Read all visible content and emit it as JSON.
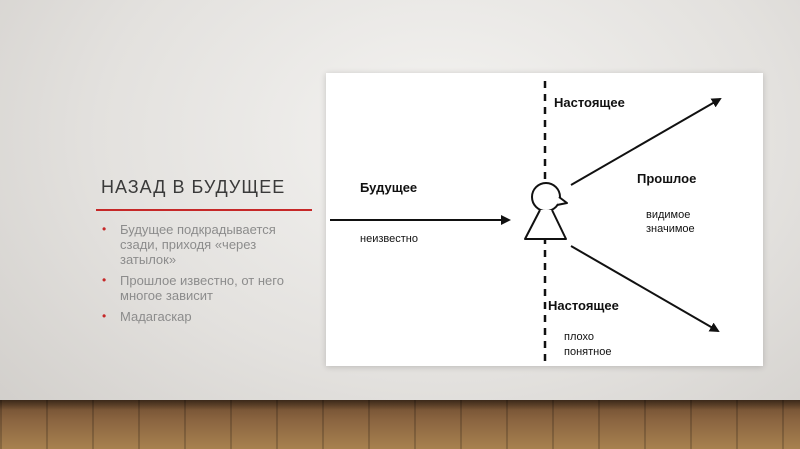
{
  "slide": {
    "title": "НАЗАД В БУДУЩЕЕ",
    "bullets": [
      "Будущее подкрадывается сзади, приходя «через затылок»",
      "Прошлое известно, от него многое зависит",
      "Мадагаскар"
    ]
  },
  "diagram": {
    "future_label": "Будущее",
    "future_sub": "неизвестно",
    "present_top": "Настоящее",
    "present_bottom": "Настоящее",
    "present_bottom_sub": [
      "плохо",
      "понятное"
    ],
    "past_label": "Прошлое",
    "past_sub": [
      "видимое",
      "значимое"
    ]
  },
  "colors": {
    "accent": "#c62828",
    "ink": "#111111"
  }
}
